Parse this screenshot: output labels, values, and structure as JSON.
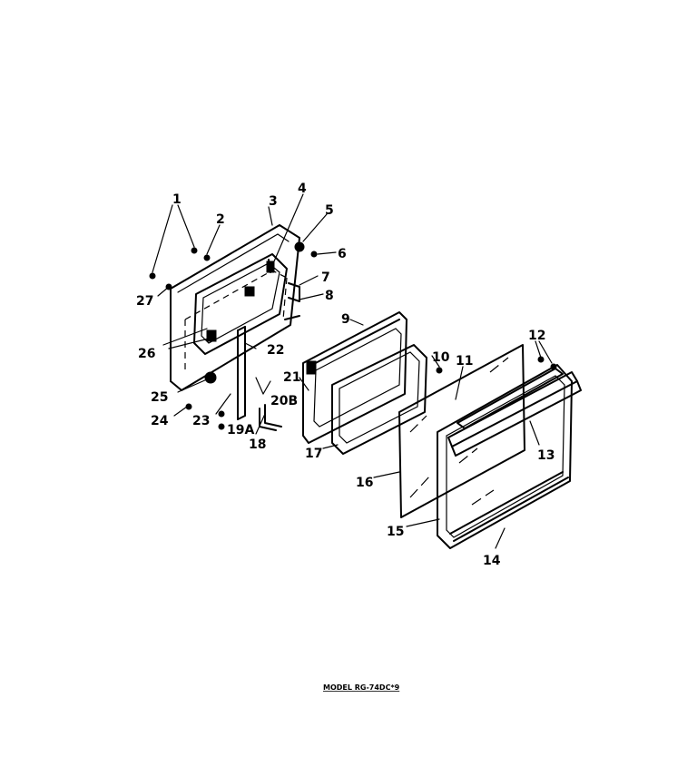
{
  "diagram": {
    "callouts": [
      {
        "id": "c1",
        "label": "1"
      },
      {
        "id": "c2",
        "label": "2"
      },
      {
        "id": "c3",
        "label": "3"
      },
      {
        "id": "c4",
        "label": "4"
      },
      {
        "id": "c5",
        "label": "5"
      },
      {
        "id": "c6",
        "label": "6"
      },
      {
        "id": "c7",
        "label": "7"
      },
      {
        "id": "c8",
        "label": "8"
      },
      {
        "id": "c9",
        "label": "9"
      },
      {
        "id": "c10",
        "label": "10"
      },
      {
        "id": "c11",
        "label": "11"
      },
      {
        "id": "c12",
        "label": "12"
      },
      {
        "id": "c13",
        "label": "13"
      },
      {
        "id": "c14",
        "label": "14"
      },
      {
        "id": "c15",
        "label": "15"
      },
      {
        "id": "c16",
        "label": "16"
      },
      {
        "id": "c17",
        "label": "17"
      },
      {
        "id": "c18",
        "label": "18"
      },
      {
        "id": "c19a",
        "label": "19A"
      },
      {
        "id": "c20b",
        "label": "20B"
      },
      {
        "id": "c21",
        "label": "21"
      },
      {
        "id": "c22",
        "label": "22"
      },
      {
        "id": "c23",
        "label": "23"
      },
      {
        "id": "c24",
        "label": "24"
      },
      {
        "id": "c25",
        "label": "25"
      },
      {
        "id": "c26",
        "label": "26"
      },
      {
        "id": "c27",
        "label": "27"
      }
    ],
    "model_caption": "MODEL RG-74DC*9"
  }
}
